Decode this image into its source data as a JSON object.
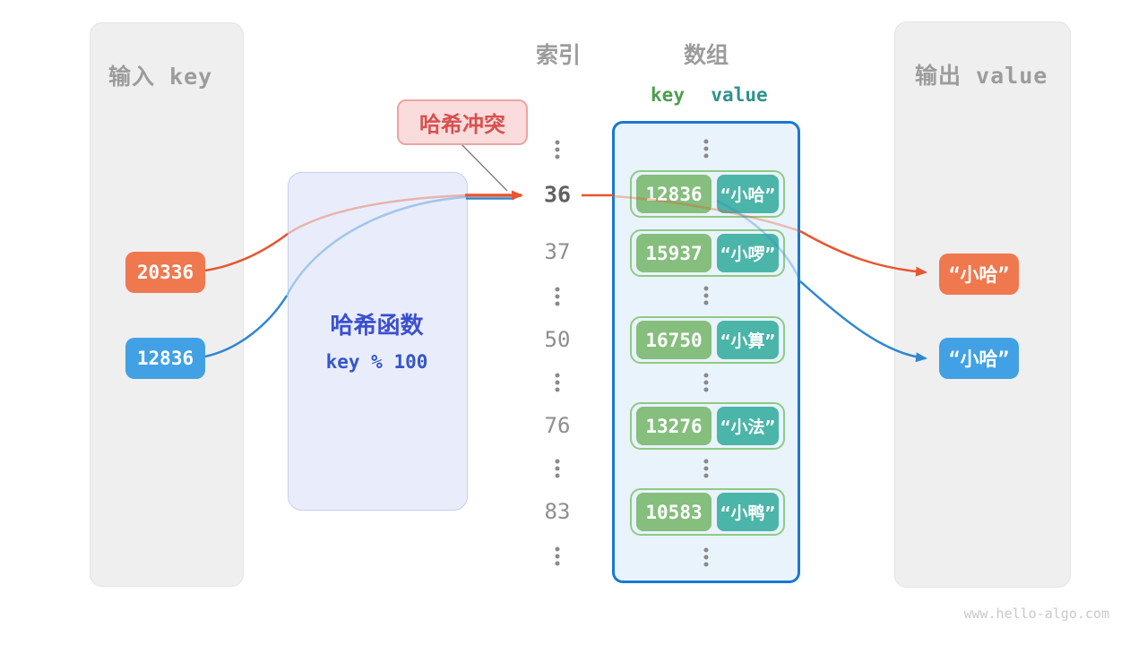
{
  "page": {
    "watermark": "www.hello-algo.com"
  },
  "input_panel": {
    "title": "输入 key",
    "keys": [
      {
        "value": "20336",
        "color": "#F0784F"
      },
      {
        "value": "12836",
        "color": "#41A1E4"
      }
    ]
  },
  "hash_function": {
    "title": "哈希函数",
    "formula": "key % 100"
  },
  "collision_label": {
    "text": "哈希冲突"
  },
  "index_column": {
    "title": "索引",
    "items": [
      "⋮",
      "36",
      "37",
      "⋮",
      "50",
      "⋮",
      "76",
      "⋮",
      "83",
      "⋮"
    ],
    "highlighted_index": "36"
  },
  "array_panel": {
    "title": "数组",
    "key_header": "key",
    "value_header": "value",
    "rows": [
      {
        "index": "36",
        "key": "12836",
        "value": "“小哈”"
      },
      {
        "index": "37",
        "key": "15937",
        "value": "“小啰”"
      },
      {
        "index": "50",
        "key": "16750",
        "value": "“小算”"
      },
      {
        "index": "76",
        "key": "13276",
        "value": "“小法”"
      },
      {
        "index": "83",
        "key": "10583",
        "value": "“小鸭”"
      }
    ]
  },
  "output_panel": {
    "title": "输出 value",
    "values": [
      {
        "text": "“小哈”",
        "color": "#F0784F"
      },
      {
        "text": "“小哈”",
        "color": "#41A1E4"
      }
    ]
  },
  "colors": {
    "orange_box": "#F0784F",
    "orange_arrow": "#E8552F",
    "blue_box": "#41A1E4",
    "blue_arrow": "#2E86D4",
    "key_cell_green": "#85BE7D",
    "value_cell_teal": "#4AB5A8",
    "pair_border_green": "#8FCA86",
    "array_border_blue": "#1878D2",
    "array_bg": "#E9F3FB",
    "hash_box_bg": "#E9EDFB",
    "hash_text_blue": "#3A4FD0",
    "collision_bg": "#FADCDC",
    "collision_text": "#D8504E",
    "panel_gray": "#EFEFEF",
    "muted_gray_text": "#9C9C9C"
  }
}
